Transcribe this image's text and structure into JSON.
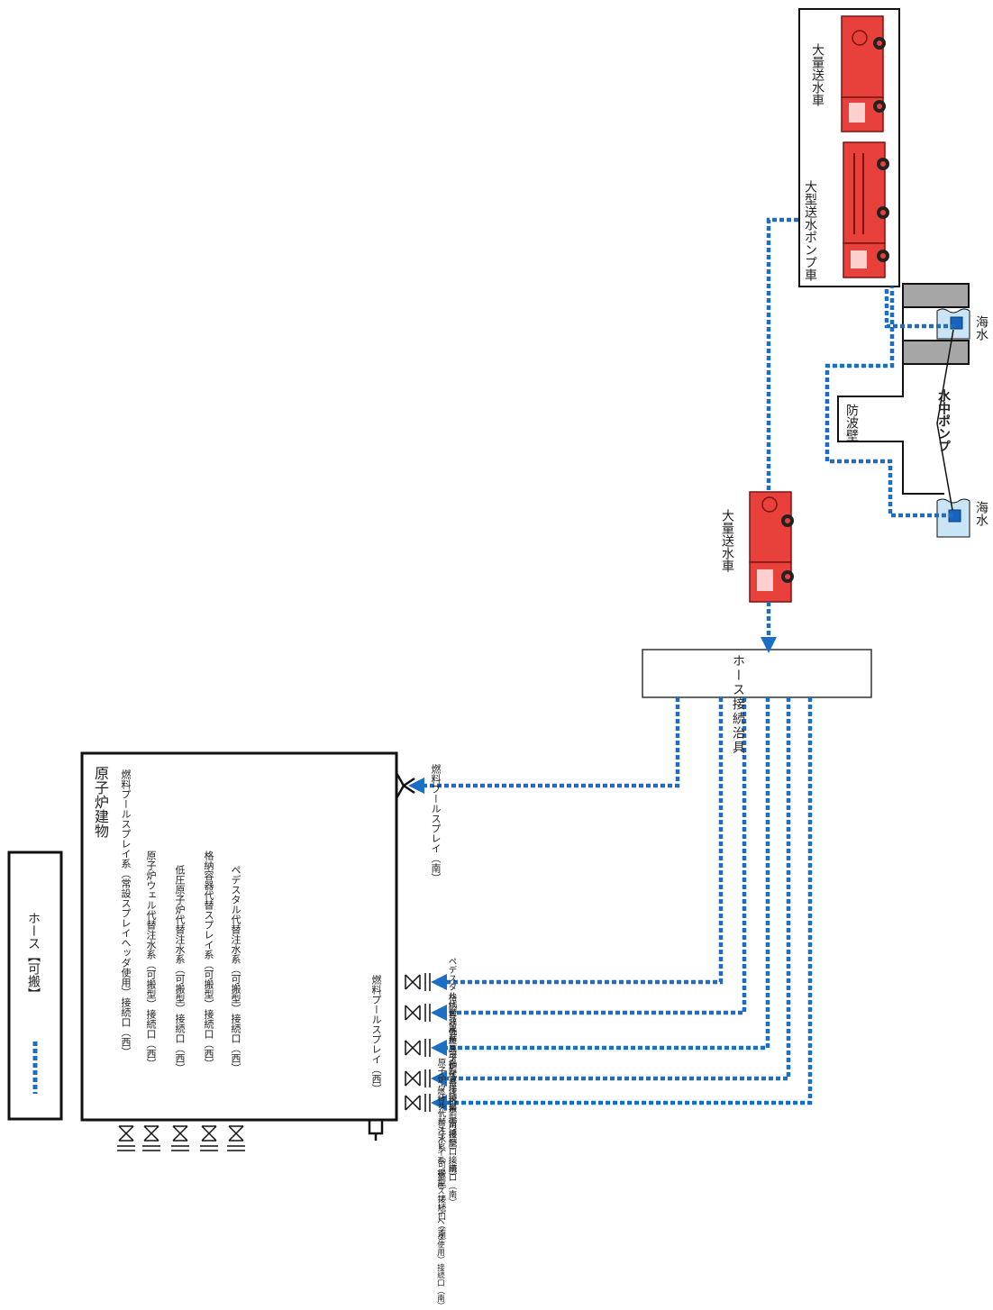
{
  "legend": {
    "hose_label": "ホース【可搬】"
  },
  "building": {
    "title": "原子炉建物",
    "connections": [
      "燃料プールスプレイ系（常設スプレイヘッダ使用）接続口（西）",
      "原子炉ウェル代替注水系（可搬型）接続口（西）",
      "低圧原子炉代替注水系（可搬型）接続口（西）",
      "格納容器代替スプレイ系（可搬型）接続口（西）",
      "ペデスタル代替注水系（可搬型）接続口（西）"
    ],
    "spray_west": "燃料プールスプレイ（西）"
  },
  "south_spray": "燃料プールスプレイ（南）",
  "south_connections": [
    "ペデスタル代替注水系（可搬型）接続口（南）",
    "格納容器代替スプレイ系（可搬型）接続口（南）",
    "低圧原子炉代替注水系（可搬型）接続口（南）",
    "原子炉ウェル代替注水系（可搬型）接続口（南）",
    "燃料プールスプレイ系（常設スプレイヘッダ使用）接続口（南）"
  ],
  "hose_fitting": "ホース接続治具",
  "truck_mid": "大量送水車",
  "truck_box": {
    "pump_truck": "大型送水ポンプ車",
    "water_truck": "大量送水車"
  },
  "seawall": "防波壁",
  "submersible_pump": "水中ポンプ",
  "seawater_1": "海水",
  "seawater_2": "海水",
  "colors": {
    "hose": "#1a6fc4",
    "truck": "#e8413c",
    "wall": "#a6a6a6",
    "water": "#c9e4f5"
  }
}
